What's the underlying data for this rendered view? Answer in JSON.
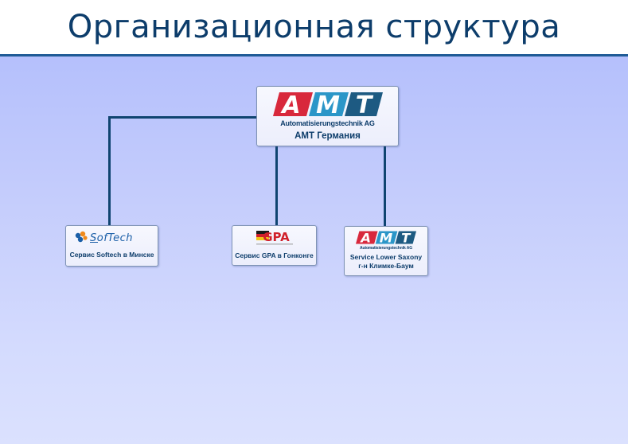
{
  "header": {
    "title": "Организационная структура"
  },
  "colors": {
    "title": "#0d3d6b",
    "rule": "#1f5b96",
    "connector": "#0f4470",
    "amt_red": "#d8283c",
    "amt_cyan": "#2b96c8",
    "amt_navy": "#1d5a82",
    "softech_blue": "#1b5fa8",
    "softech_orange": "#f08a1c",
    "gpa_red": "#d0202a",
    "gpa_black": "#1a1a1a"
  },
  "org_chart": {
    "root": {
      "logo": {
        "icon": "amt-logo",
        "letters": [
          "A",
          "M",
          "T"
        ],
        "tagline": "Automatisierungstechnik AG"
      },
      "label": "АМТ Германия"
    },
    "children": [
      {
        "logo": {
          "icon": "softech-logo",
          "wordmark": "SofTech"
        },
        "label": "Сервис Softech в Минске"
      },
      {
        "logo": {
          "icon": "gpa-logo",
          "wordmark": "GPA"
        },
        "label": "Сервис GPA в Гонконге"
      },
      {
        "logo": {
          "icon": "amt-logo",
          "letters": [
            "A",
            "M",
            "T"
          ],
          "tagline": "Automatisierungstechnik AG"
        },
        "label_line1": "Service Lower Saxony",
        "label_line2": "г-н Климке-Баум"
      }
    ]
  }
}
